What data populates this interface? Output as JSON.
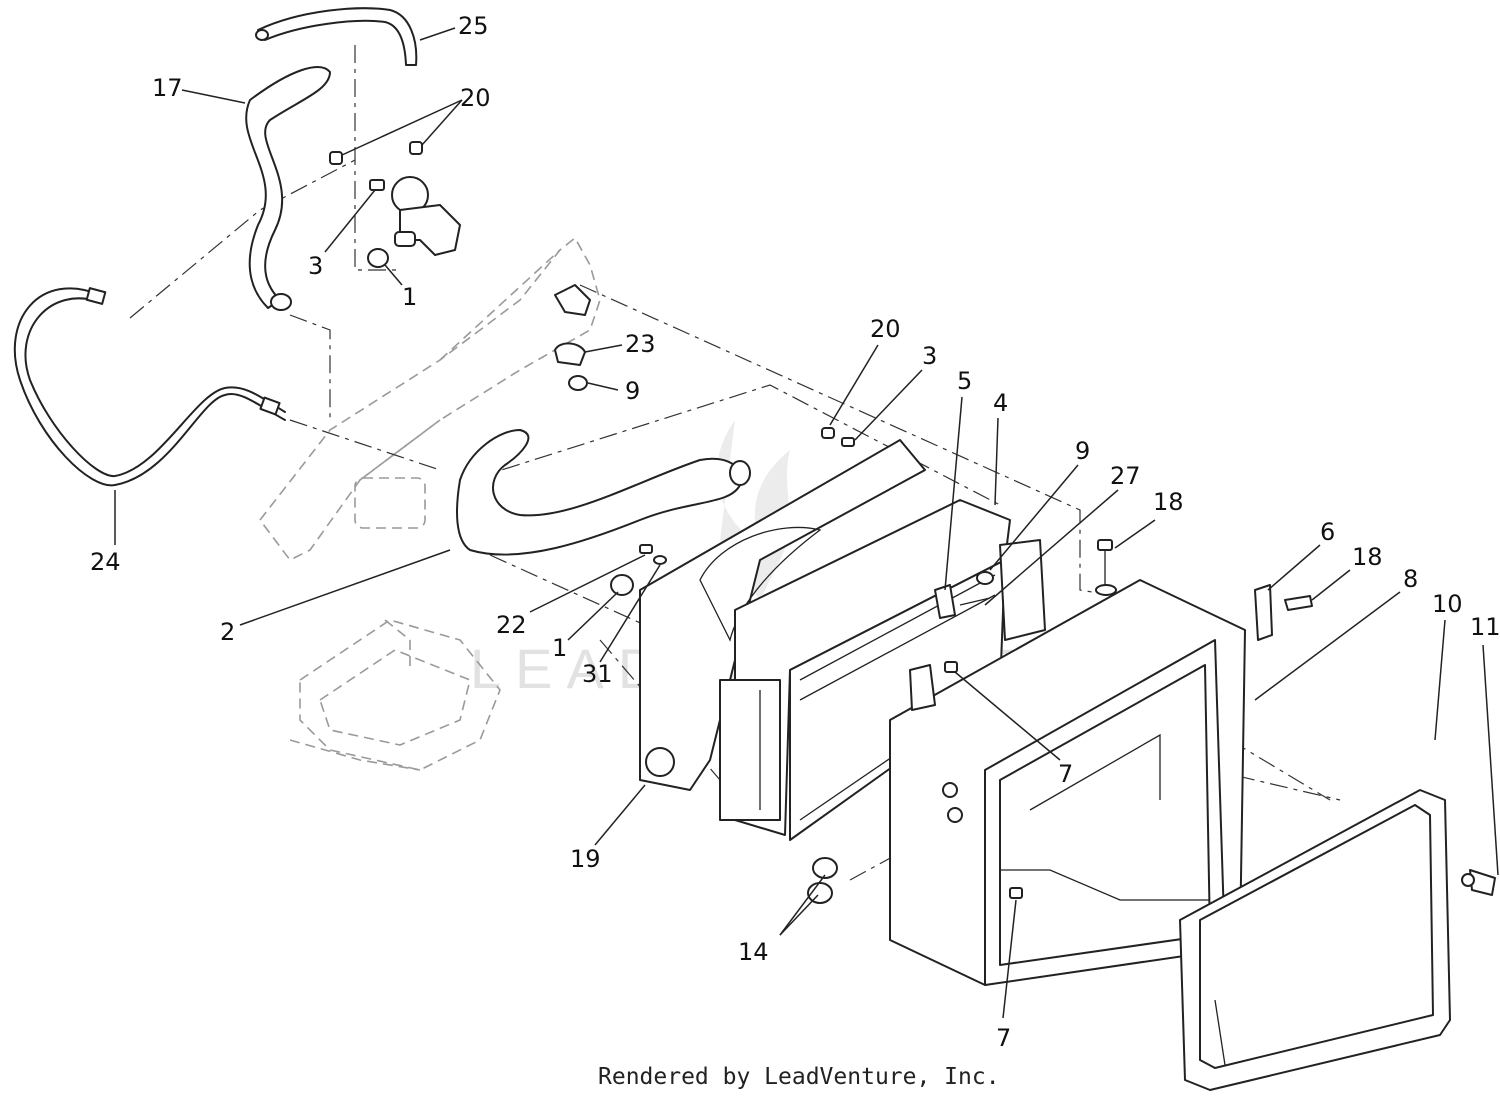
{
  "diagram": {
    "footer_text": "Rendered by LeadVenture, Inc.",
    "watermark_text": "LEADVENTURE",
    "callouts": [
      {
        "id": "c25a",
        "label": "25"
      },
      {
        "id": "c17",
        "label": "17"
      },
      {
        "id": "c20a",
        "label": "20"
      },
      {
        "id": "c3a",
        "label": "3"
      },
      {
        "id": "c1a",
        "label": "1"
      },
      {
        "id": "c23",
        "label": "23"
      },
      {
        "id": "c9a",
        "label": "9"
      },
      {
        "id": "c24",
        "label": "24"
      },
      {
        "id": "c20b",
        "label": "20"
      },
      {
        "id": "c3b",
        "label": "3"
      },
      {
        "id": "c5",
        "label": "5"
      },
      {
        "id": "c4",
        "label": "4"
      },
      {
        "id": "c9b",
        "label": "9"
      },
      {
        "id": "c27",
        "label": "27"
      },
      {
        "id": "c18a",
        "label": "18"
      },
      {
        "id": "c6",
        "label": "6"
      },
      {
        "id": "c18b",
        "label": "18"
      },
      {
        "id": "c8",
        "label": "8"
      },
      {
        "id": "c10",
        "label": "10"
      },
      {
        "id": "c11",
        "label": "11"
      },
      {
        "id": "c2",
        "label": "2"
      },
      {
        "id": "c22",
        "label": "22"
      },
      {
        "id": "c1b",
        "label": "1"
      },
      {
        "id": "c31",
        "label": "31"
      },
      {
        "id": "c7a",
        "label": "7"
      },
      {
        "id": "c19",
        "label": "19"
      },
      {
        "id": "c14",
        "label": "14"
      },
      {
        "id": "c7b",
        "label": "7"
      }
    ]
  }
}
